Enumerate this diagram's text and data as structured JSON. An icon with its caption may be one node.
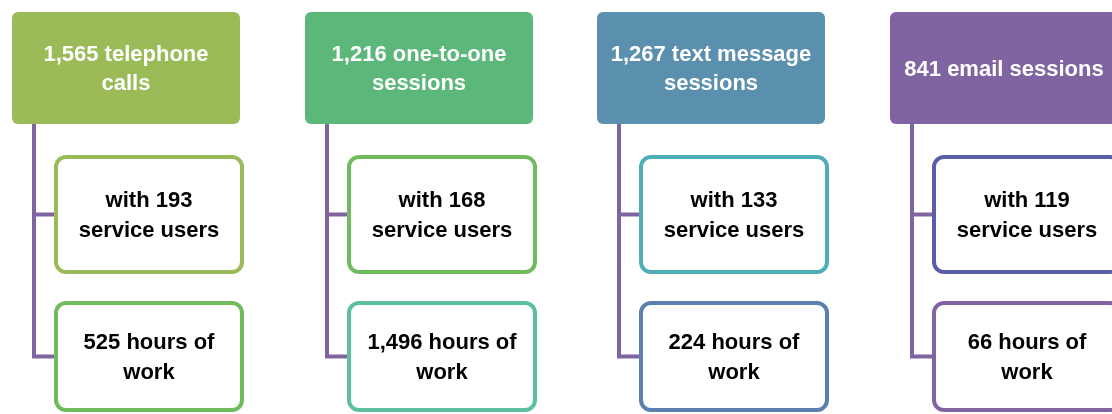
{
  "diagram": {
    "nodes": [
      {
        "text": [
          "1,565 telephone calls"
        ]
      },
      {
        "text": [
          "with 193 service users"
        ]
      },
      {
        "text": [
          "525 hours of work"
        ]
      },
      {
        "text": [
          "1,216 one-to-one sessions"
        ]
      },
      {
        "text": [
          "with 168 service users"
        ]
      },
      {
        "text": [
          "1,496 hours of work"
        ]
      },
      {
        "text": [
          "1,267 text message sessions"
        ]
      },
      {
        "text": [
          "with 133 service users"
        ]
      },
      {
        "text": [
          "224 hours of work"
        ]
      },
      {
        "text": [
          "841 email sessions"
        ]
      },
      {
        "text": [
          "with 119 service users"
        ]
      },
      {
        "text": [
          "66 hours of work"
        ]
      }
    ],
    "edges": [
      {
        "from": 0,
        "to": 1,
        "arrow": "none"
      },
      {
        "from": 0,
        "to": 2,
        "arrow": "none"
      },
      {
        "from": 3,
        "to": 4,
        "arrow": "none"
      },
      {
        "from": 3,
        "to": 5,
        "arrow": "none"
      },
      {
        "from": 6,
        "to": 7,
        "arrow": "none"
      },
      {
        "from": 6,
        "to": 8,
        "arrow": "none"
      },
      {
        "from": 9,
        "to": 10,
        "arrow": "none"
      },
      {
        "from": 9,
        "to": 11,
        "arrow": "none"
      }
    ]
  }
}
